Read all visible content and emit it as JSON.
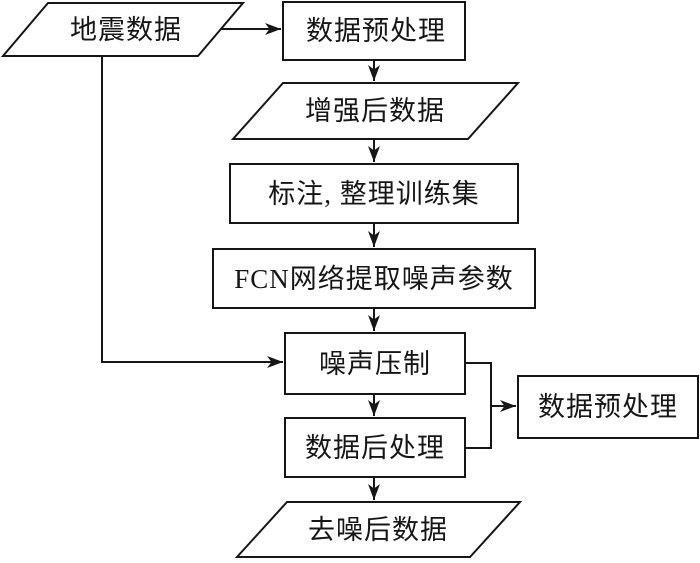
{
  "style": {
    "background": "#ffffff",
    "line_color": "#161616",
    "text_color": "#161616"
  },
  "nodes": [
    {
      "id": "seismic-data",
      "shape": "parallelogram",
      "label": "地震数据"
    },
    {
      "id": "data-preprocessing-top",
      "shape": "process",
      "label": "数据预处理"
    },
    {
      "id": "augmented-data",
      "shape": "parallelogram",
      "label": "增强后数据"
    },
    {
      "id": "label-organize-training-set",
      "shape": "process",
      "label": "标注, 整理训练集"
    },
    {
      "id": "fcn-extract-noise-params",
      "shape": "process",
      "label": "FCN网络提取噪声参数"
    },
    {
      "id": "noise-suppression",
      "shape": "process",
      "label": "噪声压制"
    },
    {
      "id": "data-postprocessing",
      "shape": "process",
      "label": "数据后处理"
    },
    {
      "id": "data-preprocessing-right",
      "shape": "process",
      "label": "数据预处理"
    },
    {
      "id": "denoised-data",
      "shape": "parallelogram",
      "label": "去噪后数据"
    }
  ],
  "edges": [
    {
      "from": "地震数据",
      "to": "数据预处理(上)"
    },
    {
      "from": "数据预处理(上)",
      "to": "增强后数据"
    },
    {
      "from": "增强后数据",
      "to": "标注, 整理训练集"
    },
    {
      "from": "标注, 整理训练集",
      "to": "FCN网络提取噪声参数"
    },
    {
      "from": "FCN网络提取噪声参数",
      "to": "噪声压制"
    },
    {
      "from": "地震数据",
      "to": "噪声压制"
    },
    {
      "from": "噪声压制",
      "to": "数据后处理"
    },
    {
      "from": "噪声压制",
      "to": "数据预处理(右)"
    },
    {
      "from": "数据后处理",
      "to": "数据预处理(右)"
    },
    {
      "from": "数据后处理",
      "to": "去噪后数据"
    }
  ]
}
